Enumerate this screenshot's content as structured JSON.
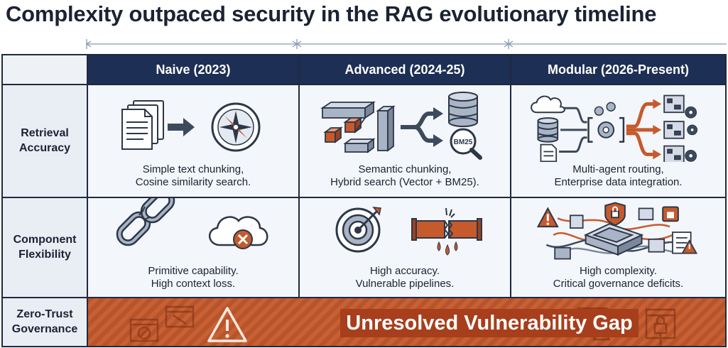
{
  "title": "Complexity outpaced security in the RAG evolutionary timeline",
  "columns": [
    "Naive (2023)",
    "Advanced (2024-25)",
    "Modular (2026-Present)"
  ],
  "rows": [
    {
      "label_lines": [
        "Retrieval",
        "Accuracy"
      ],
      "cells": [
        {
          "lines": [
            "Simple text chunking,",
            "Cosine similarity search."
          ]
        },
        {
          "lines": [
            "Semantic chunking,",
            "Hybrid search (Vector + BM25)."
          ],
          "icon_text": "BM25"
        },
        {
          "lines": [
            "Multi-agent routing,",
            "Enterprise data integration."
          ]
        }
      ]
    },
    {
      "label_lines": [
        "Component",
        "Flexibility"
      ],
      "cells": [
        {
          "lines": [
            "Primitive capability.",
            "High context loss."
          ]
        },
        {
          "lines": [
            "High accuracy.",
            "Vulnerable pipelines."
          ]
        },
        {
          "lines": [
            "High complexity.",
            "Critical governance deficits."
          ]
        }
      ]
    }
  ],
  "governance": {
    "label_lines": [
      "Zero-Trust",
      "Governance"
    ],
    "gap_label": "Unresolved Vulnerability Gap"
  },
  "colors": {
    "navy": "#1e2f55",
    "rust": "#c55a2d",
    "rust_dark": "#a73e1c",
    "slate": "#3d4a5c",
    "cell_bg": "#f3f6fa"
  }
}
